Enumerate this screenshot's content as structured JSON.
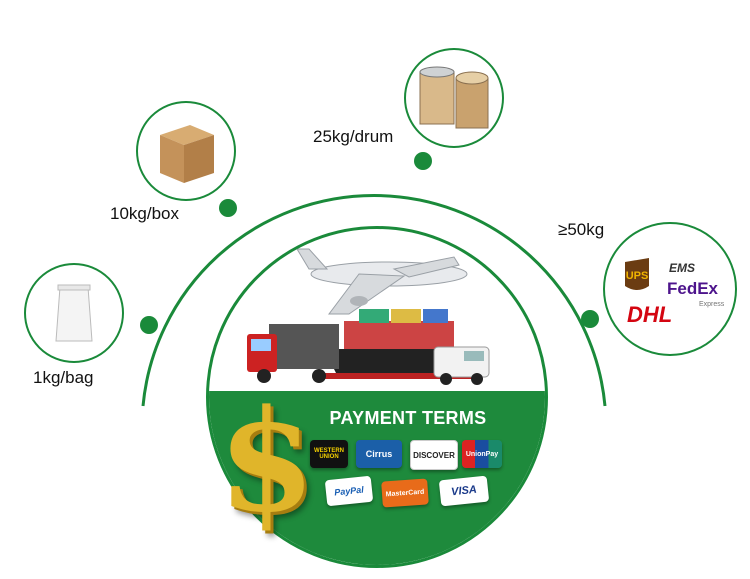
{
  "packaging": [
    {
      "label": "1kg/bag",
      "icon": "bag-icon"
    },
    {
      "label": "10kg/box",
      "icon": "box-icon"
    },
    {
      "label": "25kg/drum",
      "icon": "drum-icon"
    },
    {
      "label": "≥50kg",
      "icon": "courier-logos-icon"
    }
  ],
  "payment": {
    "title": "PAYMENT TERMS",
    "methods": [
      "WESTERN UNION",
      "Cirrus",
      "DISCOVER",
      "UnionPay",
      "PayPal",
      "MasterCard",
      "VISA"
    ]
  },
  "couriers": [
    "UPS",
    "EMS",
    "FedEx",
    "Express",
    "DHL"
  ],
  "colors": {
    "accent": "#1a8a3a",
    "panel": "#1e8a3c"
  }
}
